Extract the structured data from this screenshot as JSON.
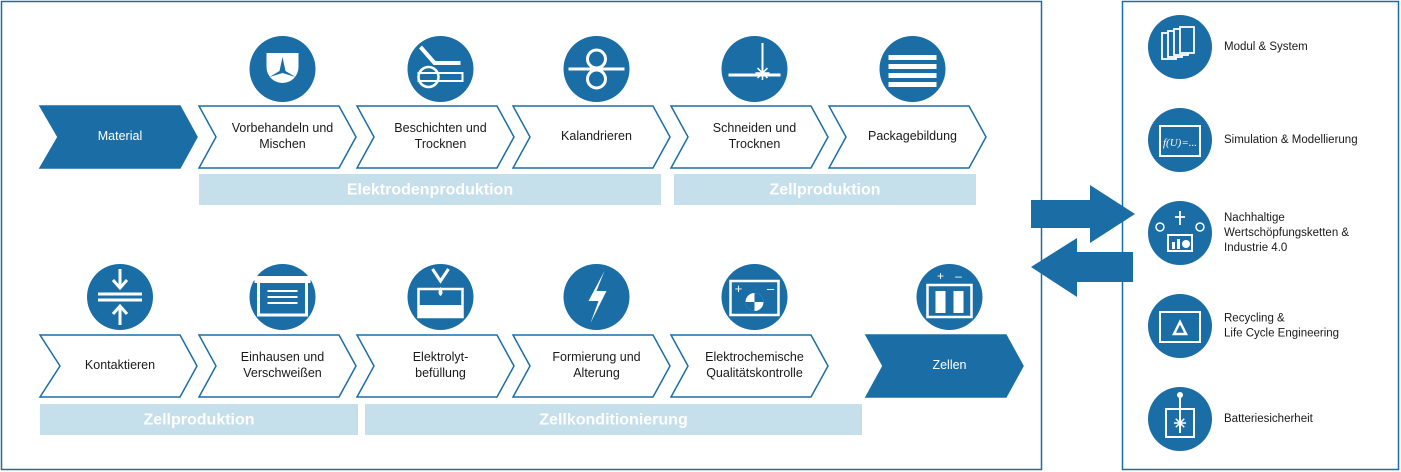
{
  "colors": {
    "primary": "#1a6ea5",
    "band": "#c5dfeb",
    "frame": "#1a6ea5",
    "text": "#1a1a1a"
  },
  "top_row": {
    "steps": [
      {
        "label": "Material",
        "icon": "material-arrow",
        "filled": true
      },
      {
        "label": "Vorbehandeln und\nMischen",
        "icon": "mixer-icon"
      },
      {
        "label": "Beschichten und\nTrocknen",
        "icon": "coating-icon"
      },
      {
        "label": "Kalandrieren",
        "icon": "calender-rolls-icon"
      },
      {
        "label": "Schneiden und\nTrocknen",
        "icon": "laser-cut-icon"
      },
      {
        "label": "Packagebildung",
        "icon": "stack-lines-icon"
      }
    ],
    "bands": [
      "Elektrodenproduktion",
      "Zellproduktion"
    ]
  },
  "bottom_row": {
    "steps": [
      {
        "label": "Kontaktieren",
        "icon": "press-contact-icon"
      },
      {
        "label": "Einhausen und\nVerschweißen",
        "icon": "housing-icon"
      },
      {
        "label": "Elektrolyt-\nbefüllung",
        "icon": "electrolyte-fill-icon"
      },
      {
        "label": "Formierung und\nAlterung",
        "icon": "lightning-icon"
      },
      {
        "label": "Elektrochemische\nQualitätskontrolle",
        "icon": "battery-check-icon"
      },
      {
        "label": "Zellen",
        "icon": "cells-icon",
        "filled": true
      }
    ],
    "bands": [
      "Zellproduktion",
      "Zellkonditionierung"
    ]
  },
  "sidebar": {
    "items": [
      {
        "label": "Modul & System",
        "icon": "module-system-icon"
      },
      {
        "label": "Simulation & Modellierung",
        "icon": "simulation-icon"
      },
      {
        "label": "Nachhaltige\nWertschöpfungsketten &\nIndustrie 4.0",
        "icon": "sustainability-icon"
      },
      {
        "label": "Recycling &\nLife Cycle Engineering",
        "icon": "recycling-icon"
      },
      {
        "label": "Batteriesicherheit",
        "icon": "battery-safety-icon"
      }
    ]
  }
}
